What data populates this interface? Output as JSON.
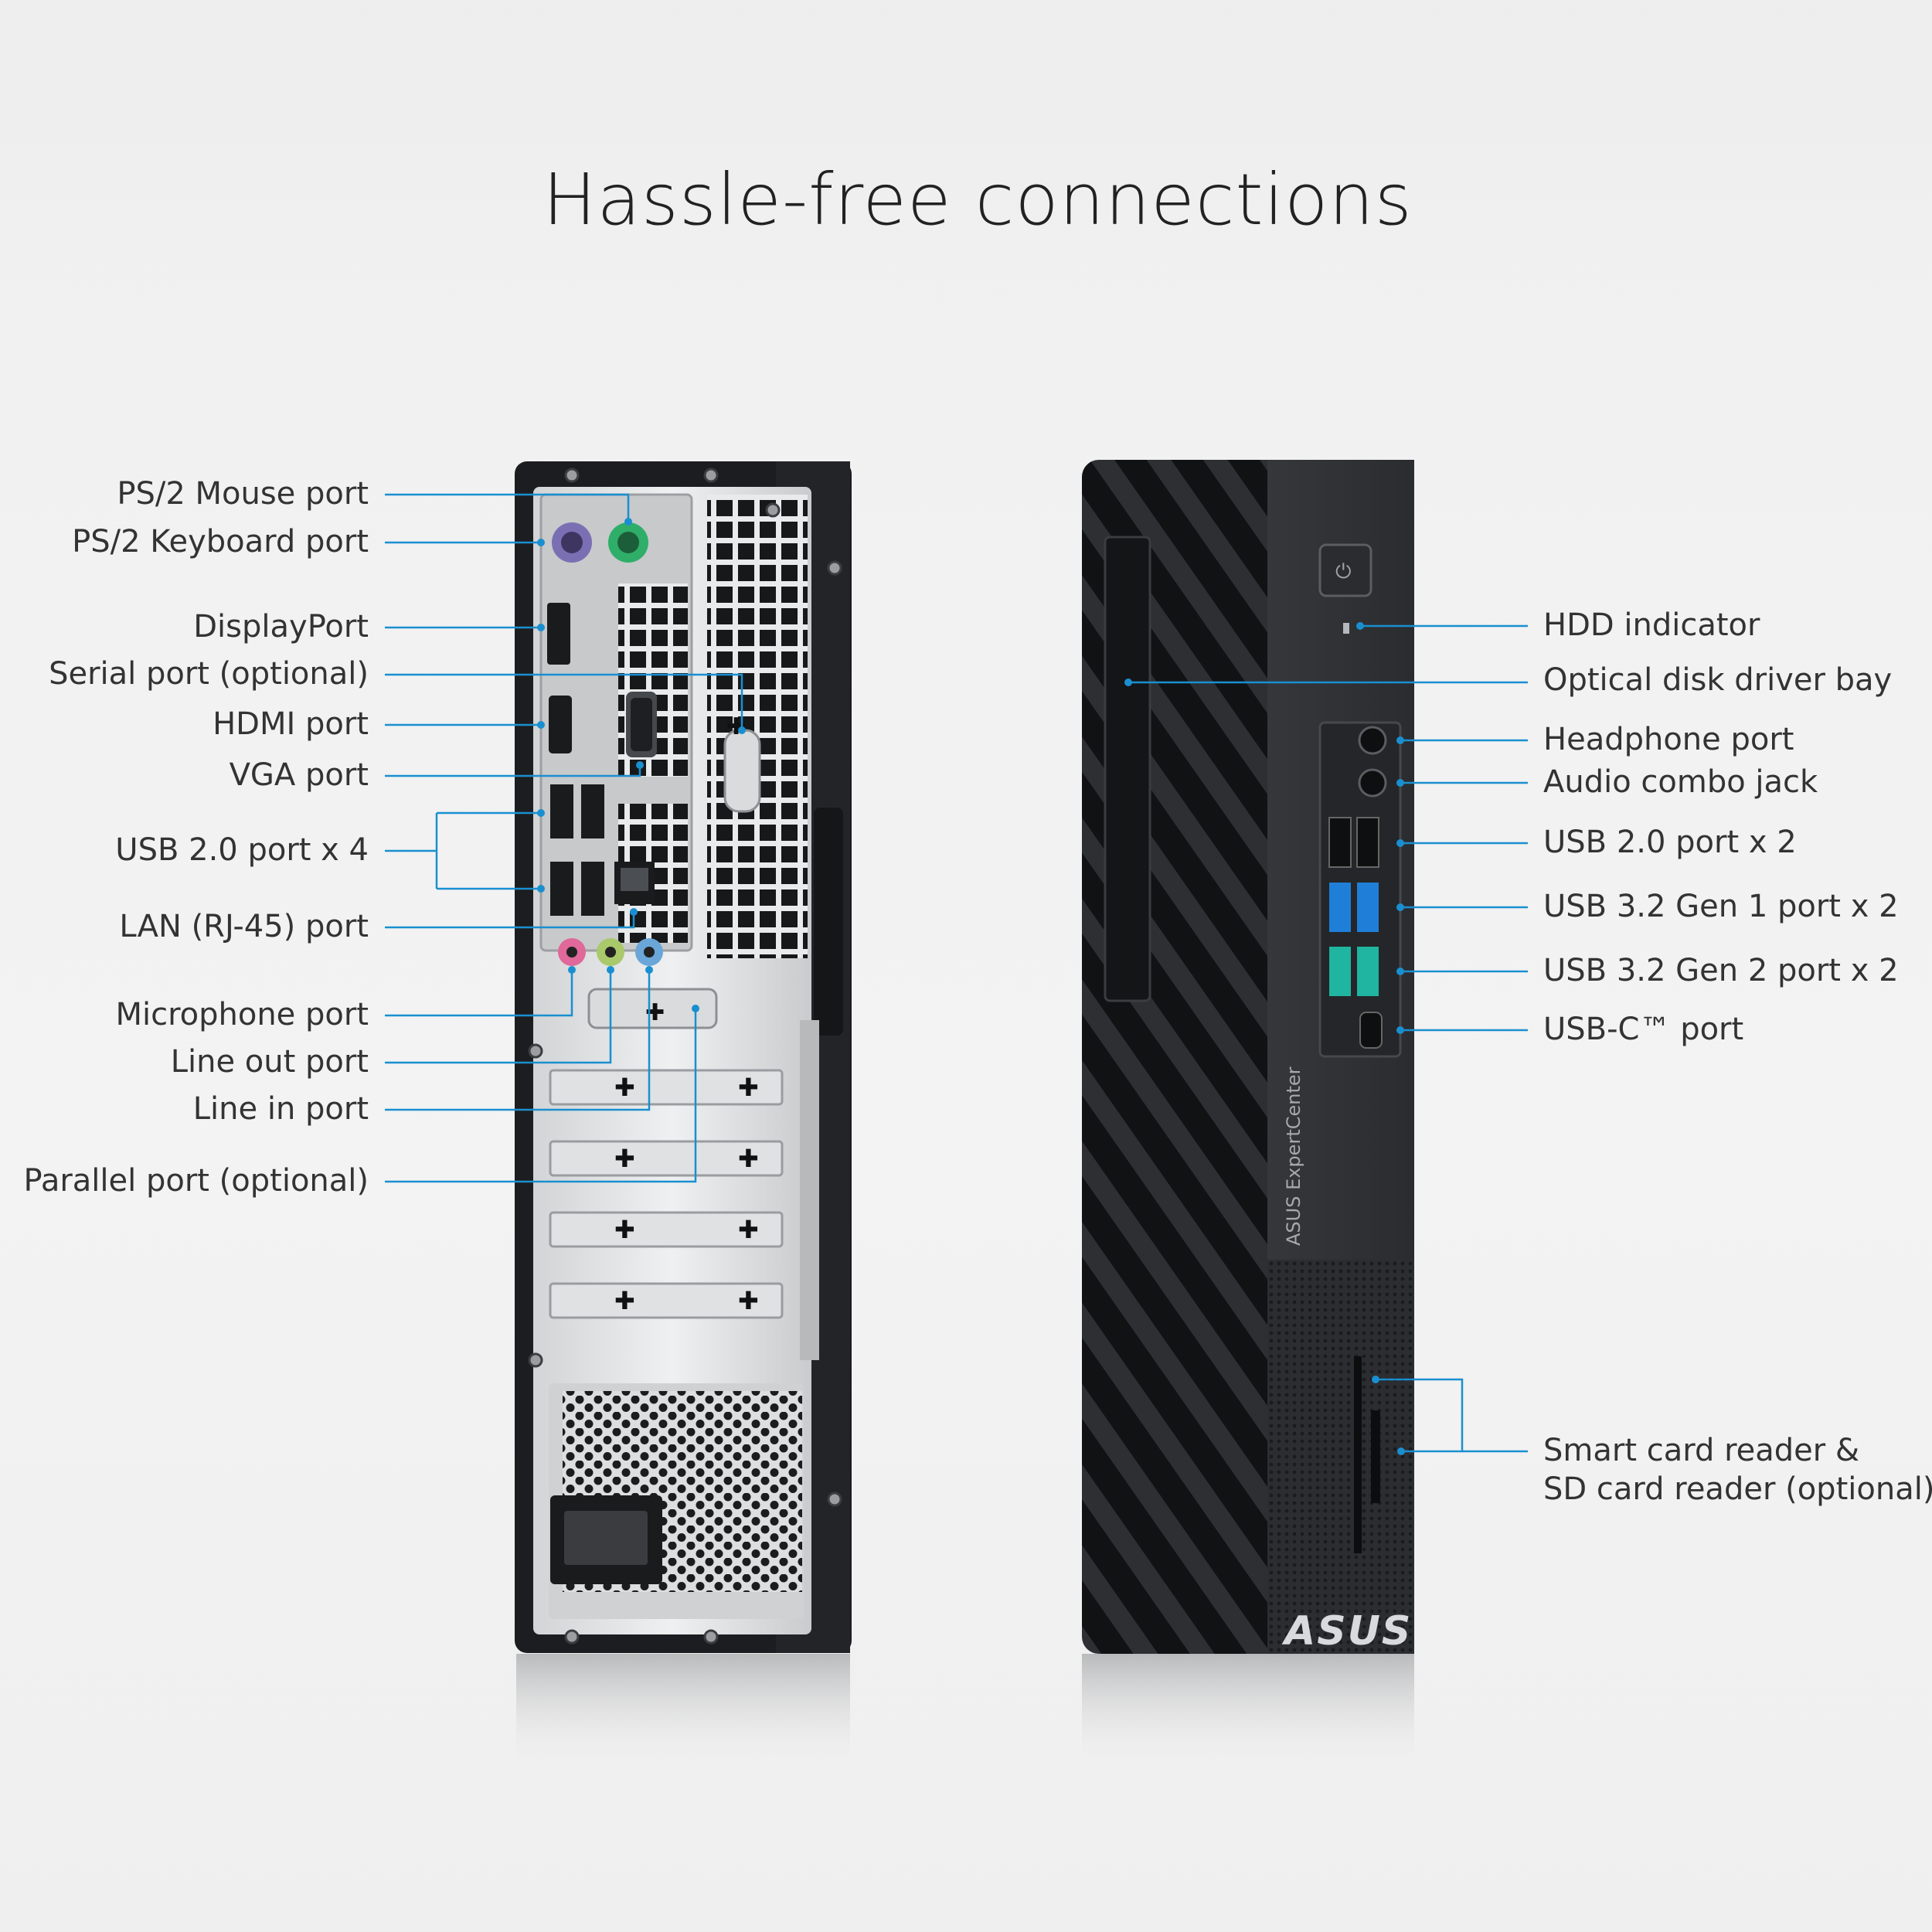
{
  "title": "Hassle-free connections",
  "rear_labels": [
    {
      "id": "ps2-mouse",
      "text": "PS/2 Mouse port"
    },
    {
      "id": "ps2-keyboard",
      "text": "PS/2 Keyboard port"
    },
    {
      "id": "displayport",
      "text": "DisplayPort"
    },
    {
      "id": "serial",
      "text": "Serial port (optional)"
    },
    {
      "id": "hdmi",
      "text": "HDMI port"
    },
    {
      "id": "vga",
      "text": "VGA port"
    },
    {
      "id": "usb20-x4",
      "text": "USB 2.0 port x 4"
    },
    {
      "id": "lan",
      "text": "LAN (RJ-45) port"
    },
    {
      "id": "mic",
      "text": "Microphone port"
    },
    {
      "id": "line-out",
      "text": "Line out port"
    },
    {
      "id": "line-in",
      "text": "Line in port"
    },
    {
      "id": "parallel",
      "text": "Parallel port (optional)"
    }
  ],
  "front_labels": [
    {
      "id": "hdd",
      "text": "HDD indicator"
    },
    {
      "id": "odd",
      "text": "Optical disk driver bay"
    },
    {
      "id": "headphone",
      "text": "Headphone port"
    },
    {
      "id": "audio-combo",
      "text": "Audio combo jack"
    },
    {
      "id": "usb20-x2",
      "text": "USB 2.0 port x 2"
    },
    {
      "id": "usb32g1",
      "text": "USB 3.2 Gen 1 port x 2"
    },
    {
      "id": "usb32g2",
      "text": "USB 3.2 Gen 2 port x 2"
    },
    {
      "id": "usbc",
      "text": "USB-C™ port"
    },
    {
      "id": "card-reader",
      "lines": [
        "Smart card reader  &",
        "SD card reader (optional)"
      ]
    }
  ],
  "front_panel": {
    "brand_vertical": "ASUS ExpertCenter",
    "logo": "ASUS"
  },
  "colors": {
    "callout_line": "#1a8fd0",
    "ps2_mouse": "#2fae6a",
    "ps2_keyboard": "#7b6fb4",
    "mic": "#e0689a",
    "line_out": "#a9c96a",
    "line_in": "#6aa7d8",
    "usb3_gen1": "#1f7fd8",
    "usb3_gen2": "#1fb5a0",
    "chassis": "#1e1f22"
  }
}
